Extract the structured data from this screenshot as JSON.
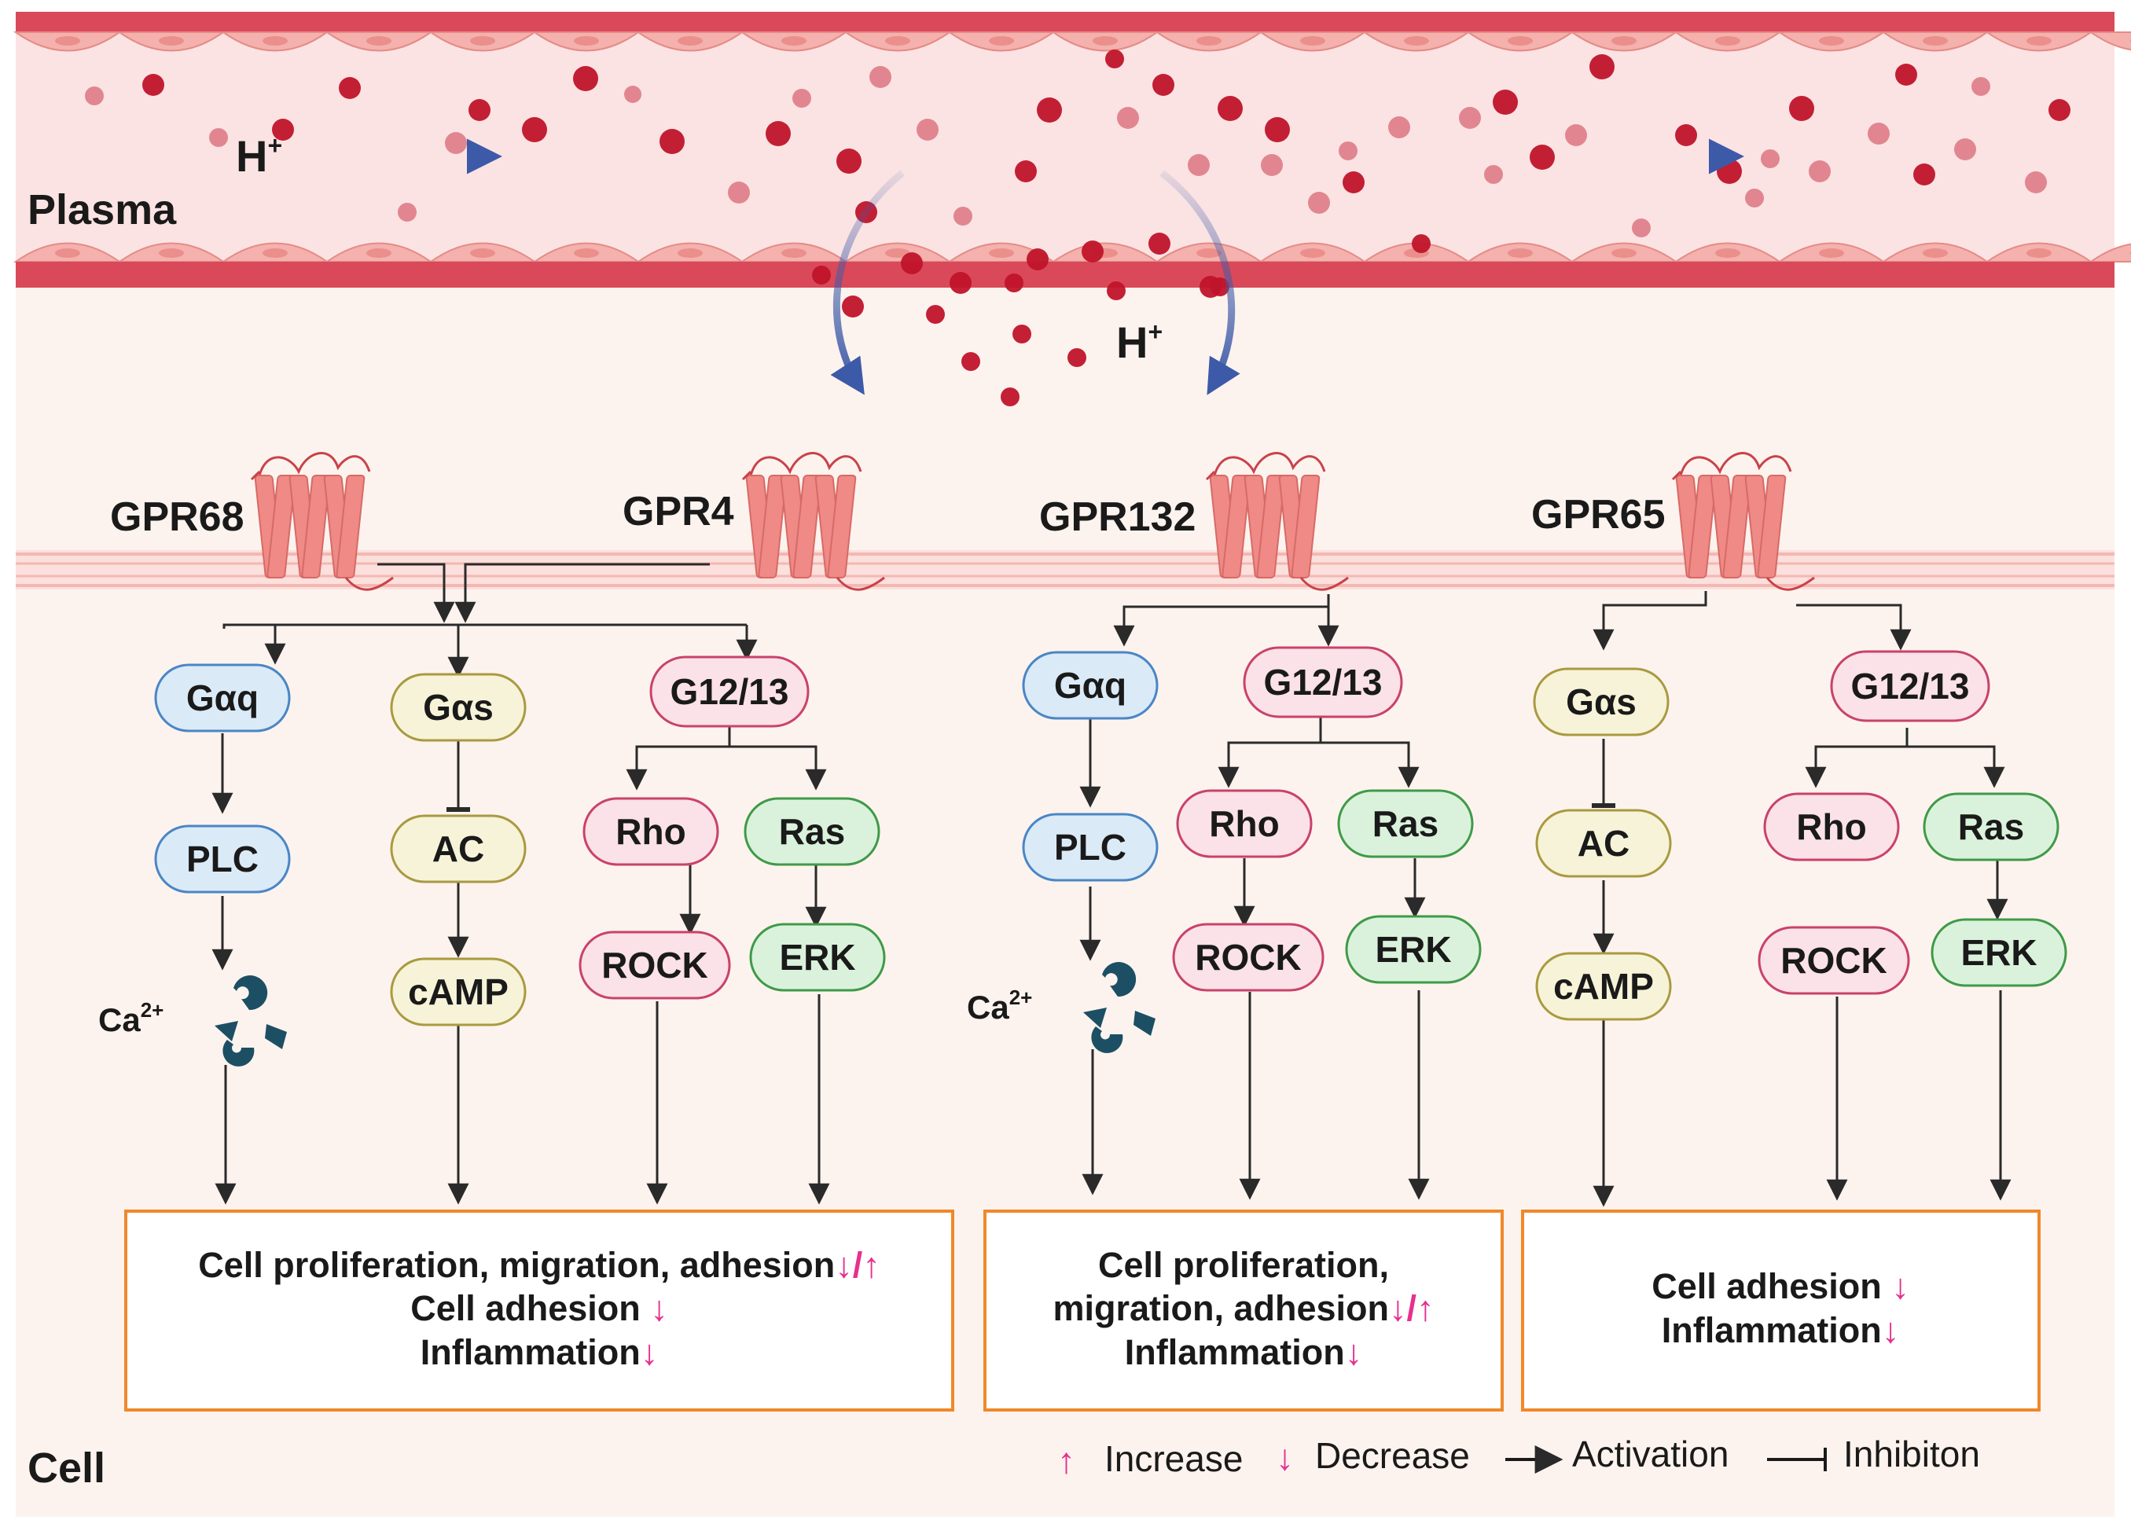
{
  "labels": {
    "plasma": "Plasma",
    "cell": "Cell",
    "proton_top": "H",
    "proton_mid": "H",
    "proton_charge": "+"
  },
  "receptors": {
    "gpr68": "GPR68",
    "gpr4": "GPR4",
    "gpr132": "GPR132",
    "gpr65": "GPR65"
  },
  "nodes": {
    "g1_gaq": "Gαq",
    "g1_plc": "PLC",
    "g1_gas": "Gαs",
    "g1_ac": "AC",
    "g1_camp": "cAMP",
    "g1_g1213": "G12/13",
    "g1_rho": "Rho",
    "g1_ras": "Ras",
    "g1_rock": "ROCK",
    "g1_erk": "ERK",
    "g2_gaq": "Gαq",
    "g2_plc": "PLC",
    "g2_g1213": "G12/13",
    "g2_rho": "Rho",
    "g2_ras": "Ras",
    "g2_rock": "ROCK",
    "g2_erk": "ERK",
    "g3_gas": "Gαs",
    "g3_ac": "AC",
    "g3_camp": "cAMP",
    "g3_g1213": "G12/13",
    "g3_rho": "Rho",
    "g3_ras": "Ras",
    "g3_rock": "ROCK",
    "g3_erk": "ERK"
  },
  "calcium": {
    "base": "Ca",
    "sup": "2+"
  },
  "outcomes": {
    "box1": {
      "line1": "Cell proliferation, migration, adhesion",
      "line1_mark": "↓/↑",
      "line2": "Cell adhesion",
      "line2_mark": "↓",
      "line3": "Inflammation",
      "line3_mark": "↓"
    },
    "box2": {
      "line1": "Cell proliferation,",
      "line2": "migration, adhesion",
      "line2_mark": "↓/↑",
      "line3": "Inflammation",
      "line3_mark": "↓"
    },
    "box3": {
      "line1": "Cell adhesion",
      "line1_mark": "↓",
      "line2": "Inflammation",
      "line2_mark": "↓"
    }
  },
  "legend": {
    "up_symbol": "↑",
    "increase": "Increase",
    "down_symbol": "↓",
    "decrease": "Decrease",
    "activation": "Activation",
    "inhibition": "Inhibiton"
  },
  "colors": {
    "vessel_wall": "#d9495a",
    "plasma_bg": "#fbe3e3",
    "cell_bg": "#fdf3ee",
    "receptor": "#ef8a86",
    "blood_cell": "#c0142a",
    "proton_arrow": "#3d5aa8",
    "calcium_icon": "#1c4f64",
    "outcome_border": "#f0882a",
    "mark_pink": "#e6308f",
    "gaq_fill": "#dbeaf7",
    "gaq_stroke": "#4a86c5",
    "gas_fill": "#f7f3d8",
    "gas_stroke": "#a99a40",
    "g1213_fill": "#fbe1e8",
    "g1213_stroke": "#c9426a",
    "ras_fill": "#daf2dc",
    "ras_stroke": "#3f9a48"
  }
}
